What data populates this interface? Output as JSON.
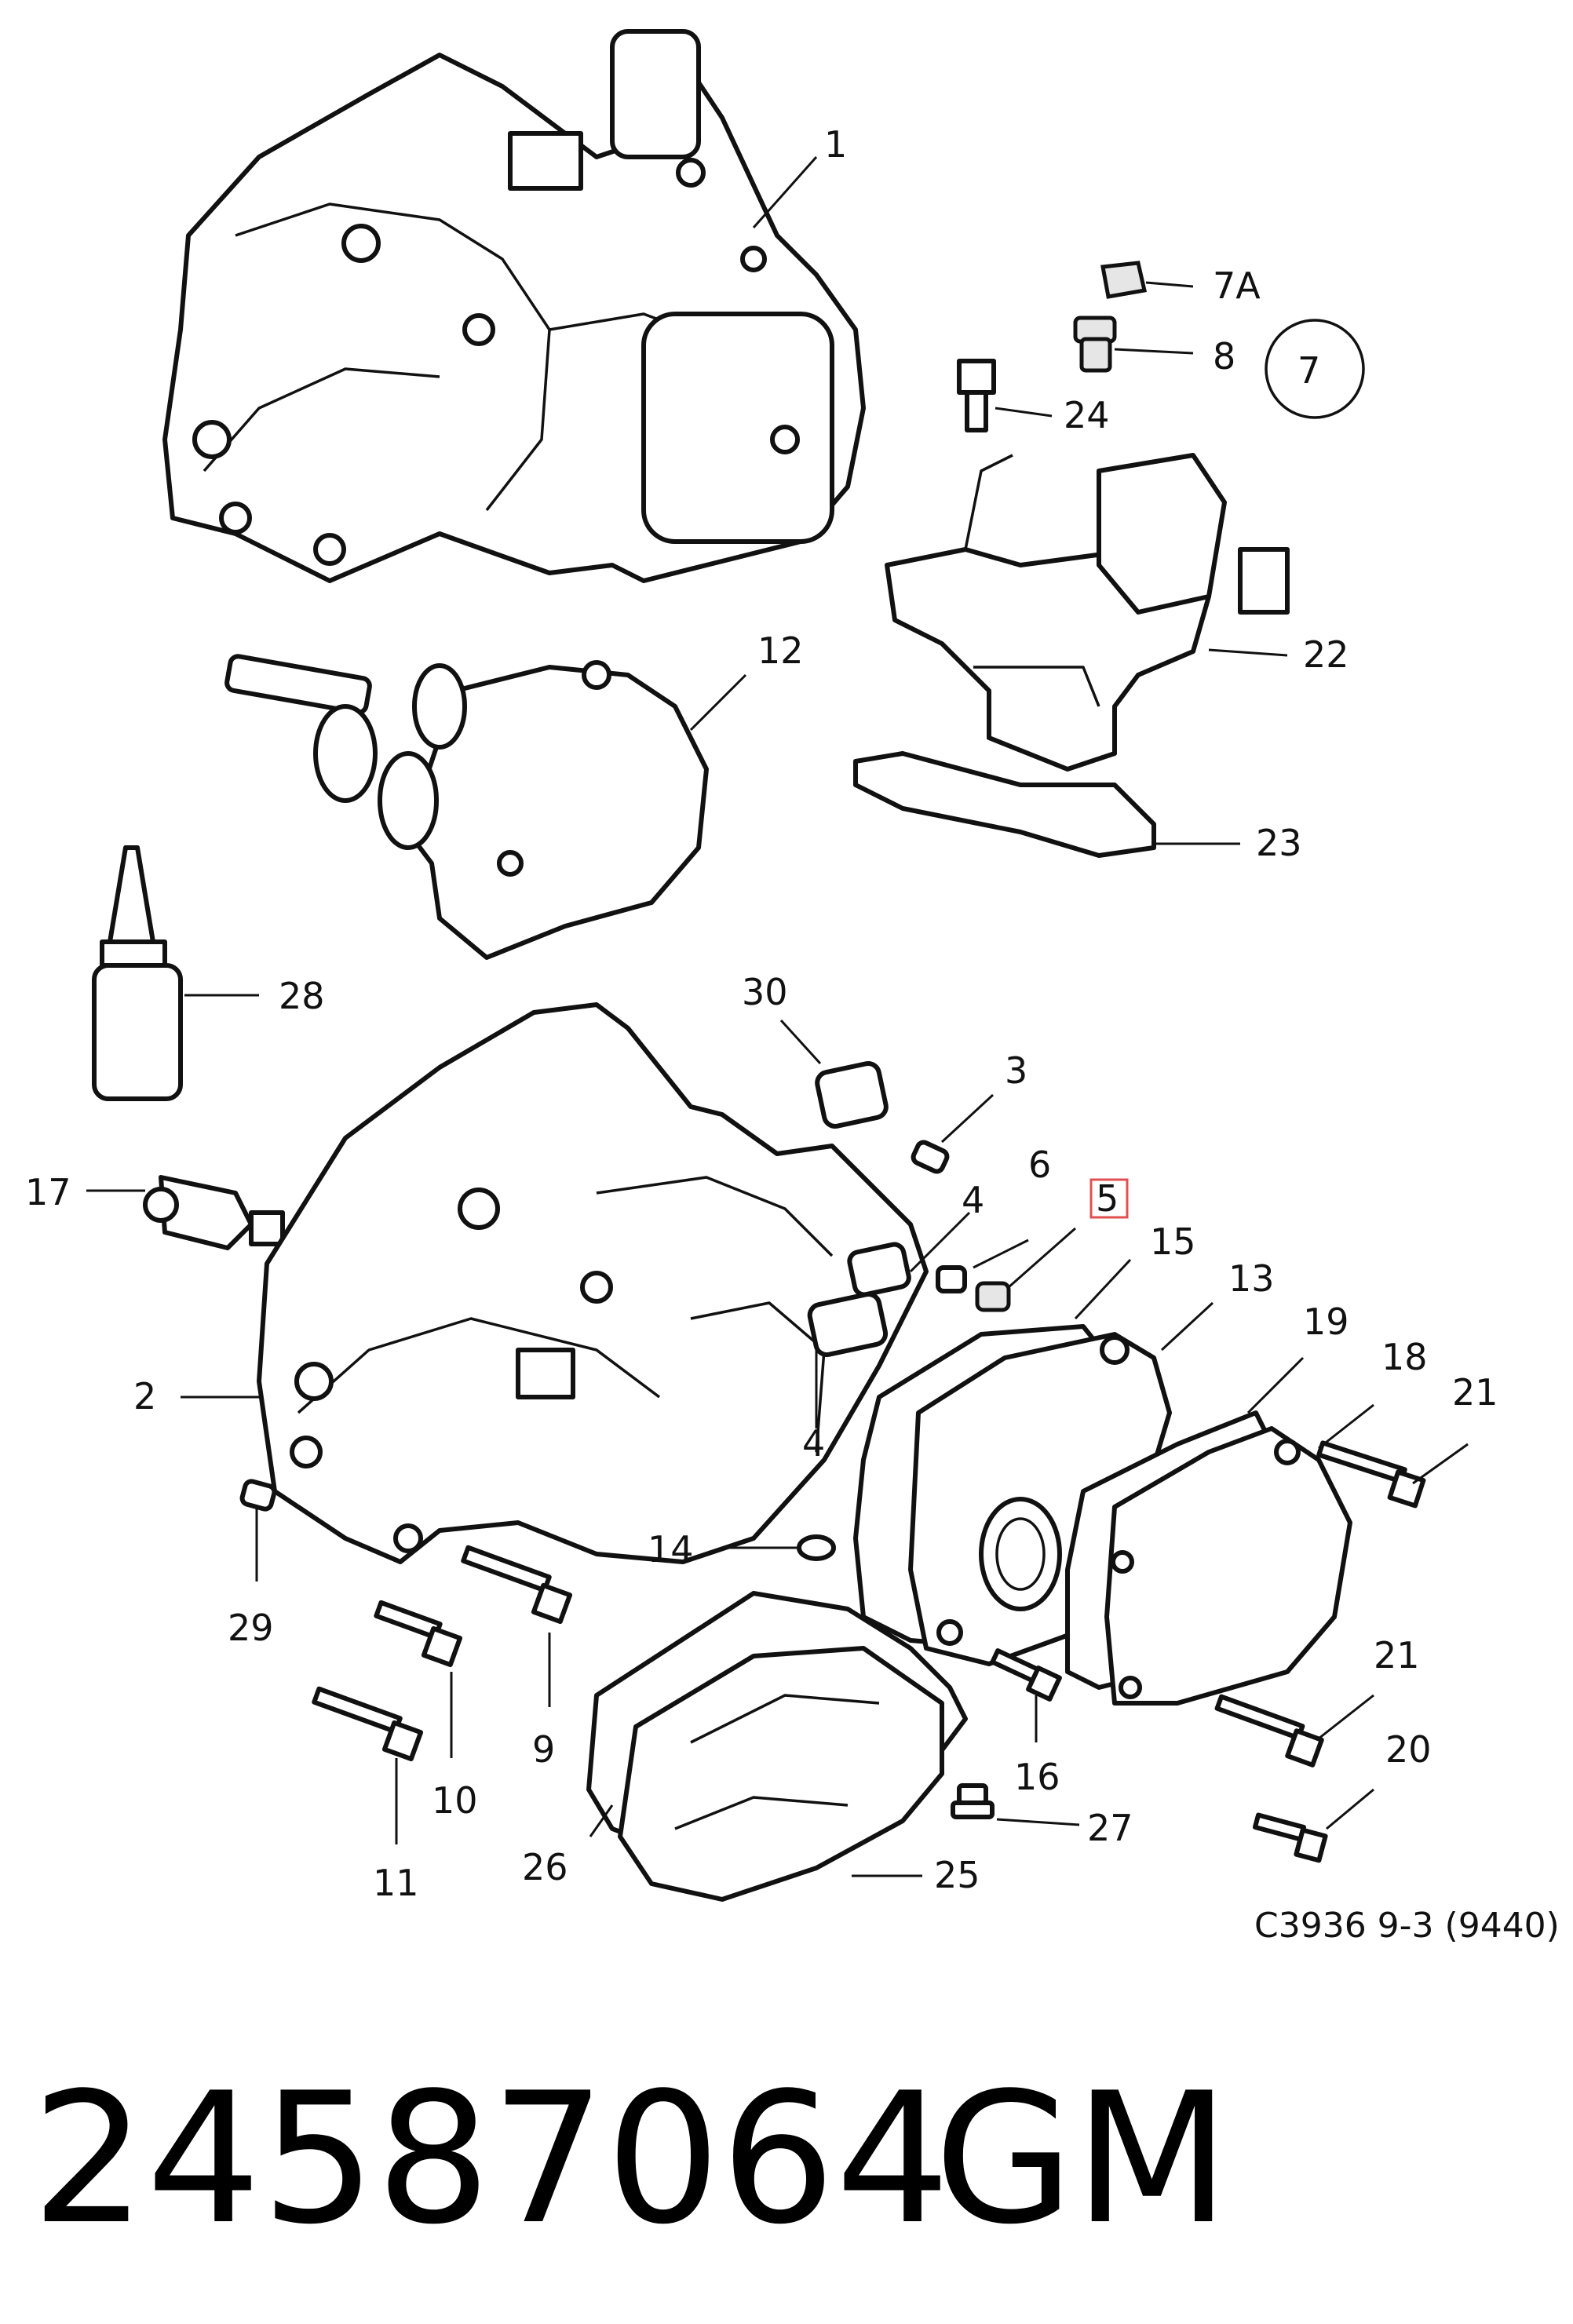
{
  "labels": {
    "l1": "1",
    "l7A": "7A",
    "l8": "8",
    "l7": "7",
    "l24": "24",
    "l22": "22",
    "l23": "23",
    "l12": "12",
    "l28": "28",
    "l30": "30",
    "l3": "3",
    "l17": "17",
    "l4a": "4",
    "l6": "6",
    "l5": "5",
    "l15": "15",
    "l13": "13",
    "l19": "19",
    "l18": "18",
    "l21a": "21",
    "l2": "2",
    "l4b": "4",
    "l14": "14",
    "l29": "29",
    "l9": "9",
    "l10": "10",
    "l11": "11",
    "l16": "16",
    "l21b": "21",
    "l20": "20",
    "l27": "27",
    "l26": "26",
    "l25": "25"
  },
  "caption": "C3936 9-3 (9440)",
  "part_number": "24587064",
  "brand": "GM",
  "highlight_color": "#e05050"
}
